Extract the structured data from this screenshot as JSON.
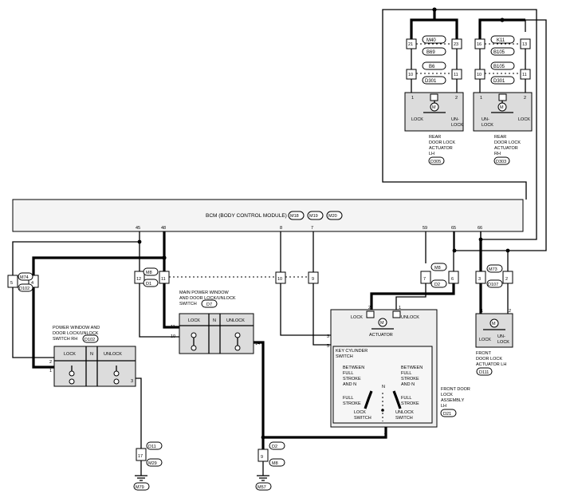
{
  "ecm": {
    "label": "BCM (BODY CONTROL MODULE)",
    "connectors": [
      "M18",
      "M19",
      "M20"
    ],
    "pins": [
      "45",
      "48",
      "8",
      "7",
      "59",
      "65",
      "66"
    ]
  },
  "rear_rh": {
    "connectors_top": [
      "M40",
      "B69"
    ],
    "pins_top": [
      "21",
      "23"
    ],
    "connectors_mid": [
      "B6",
      "D301"
    ],
    "pins_mid": [
      "10",
      "11"
    ],
    "act_pins": [
      "1",
      "2"
    ],
    "lock": "LOCK",
    "unlock_top": "UN-",
    "unlock_bottom": "LOCK",
    "name": [
      "REAR",
      "DOOR LOCK",
      "ACTUATOR",
      "LH"
    ],
    "id": "D305"
  },
  "rear_lh": {
    "connectors_top": [
      "K11",
      "B105"
    ],
    "pins_top": [
      "16",
      "13"
    ],
    "connectors_mid": [
      "B105",
      "D301"
    ],
    "pins_mid": [
      "10",
      "11"
    ],
    "act_pins": [
      "1",
      "2"
    ],
    "unlock_top": "UN-",
    "unlock_bottom": "LOCK",
    "lock": "LOCK",
    "name": [
      "REAR",
      "DOOR LOCK",
      "ACTUATOR",
      "RH"
    ],
    "id": "D303"
  },
  "pw_lh": {
    "connectors": [
      "M74",
      "D102"
    ],
    "pins": [
      "5",
      "4"
    ],
    "title": [
      "POWER WINDOW AND",
      "DOOR LOCK/UNLOCK",
      "SWITCH RH"
    ],
    "id": "D102",
    "headers": [
      "LOCK",
      "N",
      "UNLOCK"
    ],
    "pins_side": [
      "2",
      "1",
      "3"
    ]
  },
  "main_pw": {
    "connectors": [
      "M8",
      "D1"
    ],
    "pins": [
      "12",
      "11"
    ],
    "title": [
      "MAIN POWER WINDOW",
      "AND DOOR LOCK/UNLOCK",
      "SWITCH"
    ],
    "id": "D7",
    "headers": [
      "LOCK",
      "N",
      "UNLOCK"
    ],
    "pins_side": [
      "11",
      "10",
      "14"
    ]
  },
  "mid_pins": [
    "10",
    "9"
  ],
  "center": {
    "connectors": [
      "M8",
      "D2"
    ],
    "pins": [
      "7",
      "6"
    ]
  },
  "front_lh": {
    "connectors": [
      "M73",
      "D107"
    ],
    "pins": [
      "3",
      "2"
    ],
    "act_pins": [
      "1",
      "2"
    ],
    "lock": "LOCK",
    "unlock_top": "UN-",
    "unlock_bottom": "LOCK",
    "name": [
      "FRONT",
      "DOOR LOCK",
      "ACTUATOR LH"
    ],
    "id": "D111"
  },
  "assembly": {
    "lock": "LOCK",
    "unlock": "UNLOCK",
    "act_pins": [
      "2",
      "1"
    ],
    "actuator": "ACTUATOR",
    "key_title": [
      "KEY CYLINDER",
      "SWITCH"
    ],
    "side_pins": [
      "3",
      "5",
      "4"
    ],
    "left_text": [
      "BETWEEN",
      "FULL",
      "STROKE",
      "AND N"
    ],
    "right_text": [
      "BETWEEN",
      "FULL",
      "STROKE",
      "AND N"
    ],
    "full_left": [
      "FULL",
      "STROKE"
    ],
    "full_right": [
      "FULL",
      "STROKE"
    ],
    "n": "N",
    "lock_sw": [
      "LOCK",
      "SWITCH"
    ],
    "unlock_sw": [
      "UNLOCK",
      "SWITCH"
    ],
    "name": [
      "FRONT DOOR",
      "LOCK",
      "ASSEMBLY",
      "LH"
    ],
    "id": "D21"
  },
  "ground_left": {
    "connectors": [
      "D11",
      "M29"
    ],
    "pin": "17",
    "ground": "M79"
  },
  "ground_right": {
    "connectors": [
      "D2",
      "M8"
    ],
    "pin": "9",
    "ground": "M57"
  }
}
